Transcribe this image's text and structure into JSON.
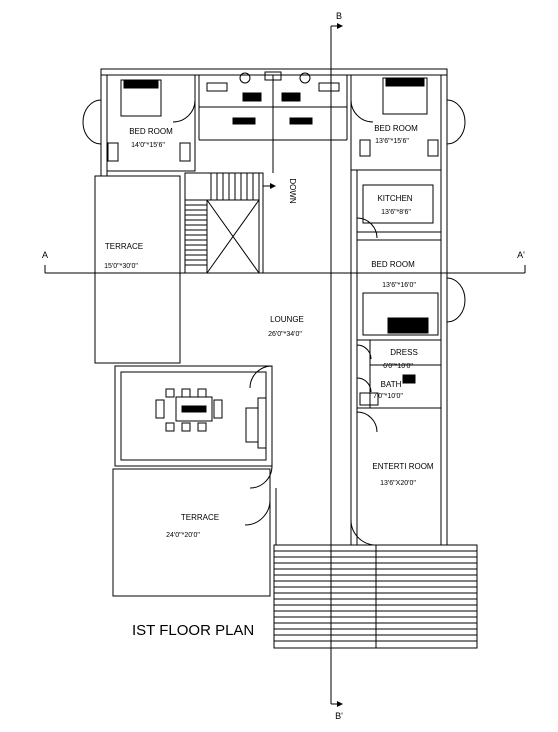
{
  "title": "IST FLOOR PLAN",
  "section_marks": {
    "a": "A",
    "a_prime": "A'",
    "b": "B",
    "b_prime": "B'"
  },
  "stair_label": "DOWN",
  "rooms": {
    "bed_room_left": {
      "name": "BED ROOM",
      "size": "14'0\"*15'6\""
    },
    "bed_room_right": {
      "name": "BED ROOM",
      "size": "13'6\"*15'6\""
    },
    "terrace_left": {
      "name": "TERRACE",
      "size": "15'0\"*30'0\""
    },
    "kitchen": {
      "name": "KITCHEN",
      "size": "13'6\"*8'6\""
    },
    "bed_room_mid": {
      "name": "BED ROOM",
      "size": "13'6\"*16'0\""
    },
    "lounge": {
      "name": "LOUNGE",
      "size": "26'0\"*34'0\""
    },
    "dress": {
      "name": "DRESS",
      "size": "6'0\"*10'0\""
    },
    "bath": {
      "name": "BATH",
      "size": "7'0\"*10'0\""
    },
    "enterti_room": {
      "name": "ENTERTI ROOM",
      "size": "13'6\"X20'0\""
    },
    "terrace_bottom": {
      "name": "TERRACE",
      "size": "24'0\"*20'0\""
    }
  }
}
